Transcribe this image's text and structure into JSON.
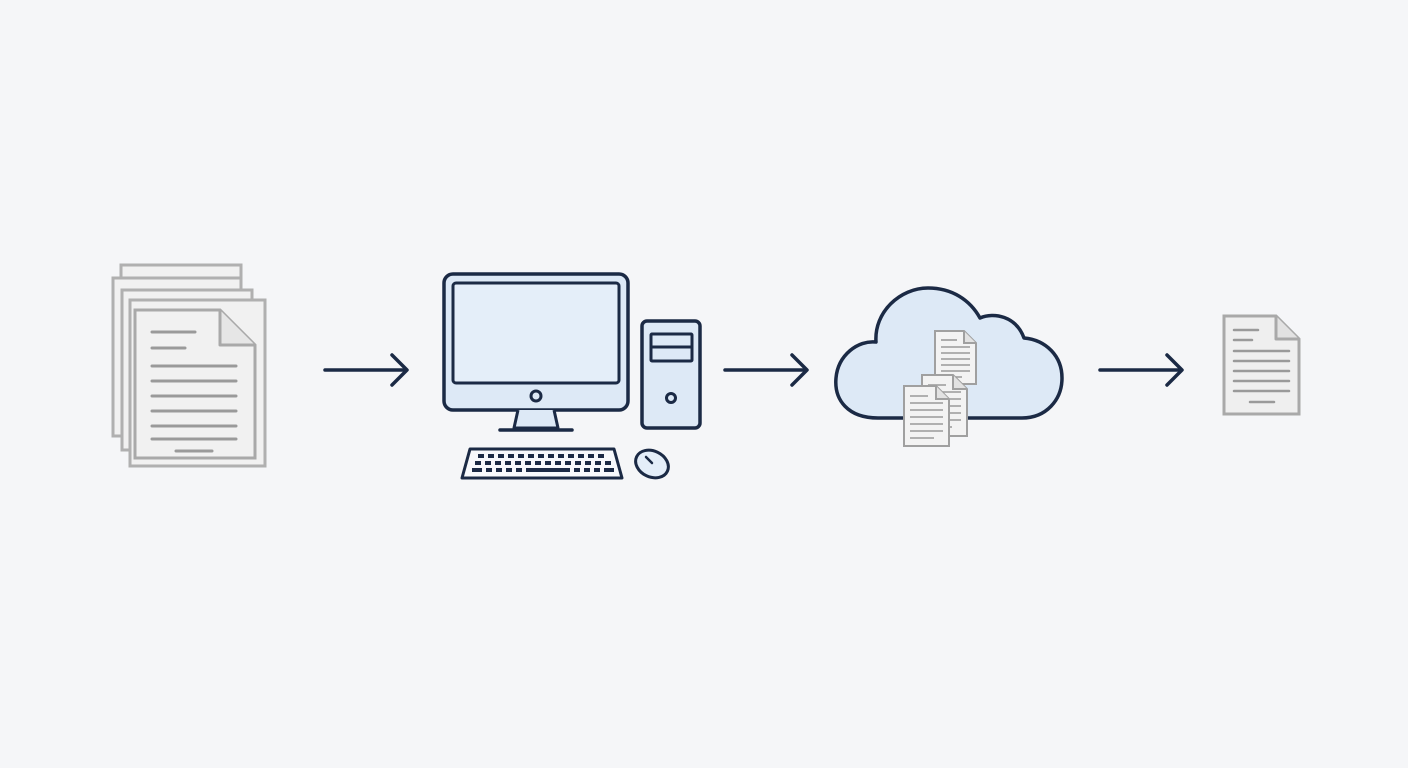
{
  "diagram": {
    "nodes": [
      {
        "icon": "document-stack-icon"
      },
      {
        "icon": "desktop-computer-icon"
      },
      {
        "icon": "cloud-documents-icon"
      },
      {
        "icon": "single-document-icon"
      }
    ],
    "edges": [
      {
        "from": 0,
        "to": 1,
        "icon": "arrow-right-icon"
      },
      {
        "from": 1,
        "to": 2,
        "icon": "arrow-right-icon"
      },
      {
        "from": 2,
        "to": 3,
        "icon": "arrow-right-icon"
      }
    ]
  },
  "colors": {
    "background": "#f5f6f8",
    "stroke_dark": "#1b2a45",
    "fill_light_blue": "#dce8f5",
    "doc_stroke": "#a9a9a9",
    "doc_fill": "#f1f1f1",
    "doc_lines": "#9a9a9a"
  }
}
